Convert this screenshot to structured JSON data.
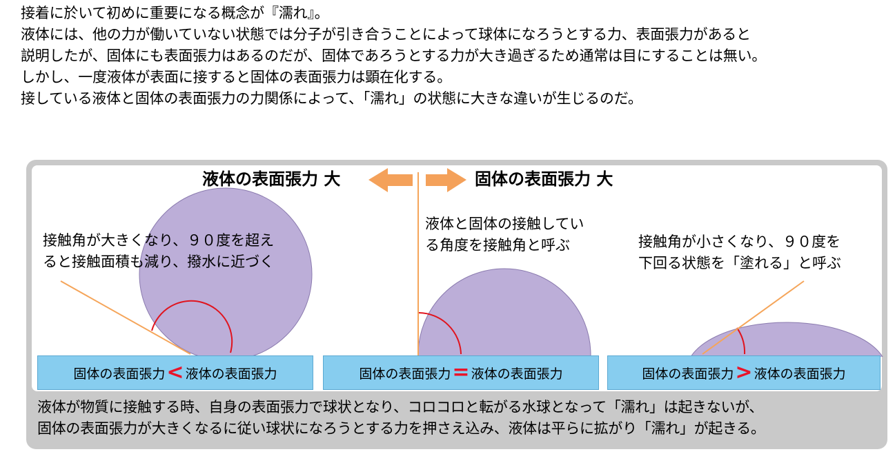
{
  "intro": [
    "接着に於いて初めに重要になる概念が『濡れ』。",
    "液体には、他の力が働いていない状態では分子が引き合うことによって球体になろうとする力、表面張力があると",
    "説明したが、固体にも表面張力はあるのだが、固体であろうとする力が大き過ぎるため通常は目にすることは無い。",
    "しかし、一度液体が表面に接すると固体の表面張力は顕在化する。",
    "接している液体と固体の表面張力の力関係によって、「濡れ」の状態に大きな違いが生じるのだ。"
  ],
  "headings": {
    "left": "液体の表面張力 大",
    "right": "固体の表面張力 大"
  },
  "notes": {
    "left": [
      "接触角が大きくなり、９０度を超え",
      "ると接触面積も減り、撥水に近づく"
    ],
    "center": [
      "液体と固体の接触してい",
      "る角度を接触角と呼ぶ"
    ],
    "right": [
      "接触角が小さくなり、９０度を",
      "下回る状態を「塗れる」と呼ぶ"
    ]
  },
  "surfaces": [
    {
      "left": "固体の表面張力",
      "symbol": "<",
      "right": "液体の表面張力"
    },
    {
      "left": "固体の表面張力",
      "symbol": "=",
      "right": "液体の表面張力"
    },
    {
      "left": "固体の表面張力",
      "symbol": ">",
      "right": "液体の表面張力"
    }
  ],
  "bottom": [
    "液体が物質に接触する時、自身の表面張力で球状となり、コロコロと転がる水球となって「濡れ」は起きないが、",
    "固体の表面張力が大きくなるに従い球状になろうとする力を押さえ込み、液体は平らに拡がり「濡れ」が起きる。"
  ],
  "colors": {
    "droplet": "#bcaed8",
    "droplet_stroke": "#8a7aae",
    "tangent": "#f5a55a",
    "angle_arc": "#e0141e",
    "arrow": "#f4a15a",
    "surface": "#87cdef",
    "panel": "#c9c9c9"
  }
}
